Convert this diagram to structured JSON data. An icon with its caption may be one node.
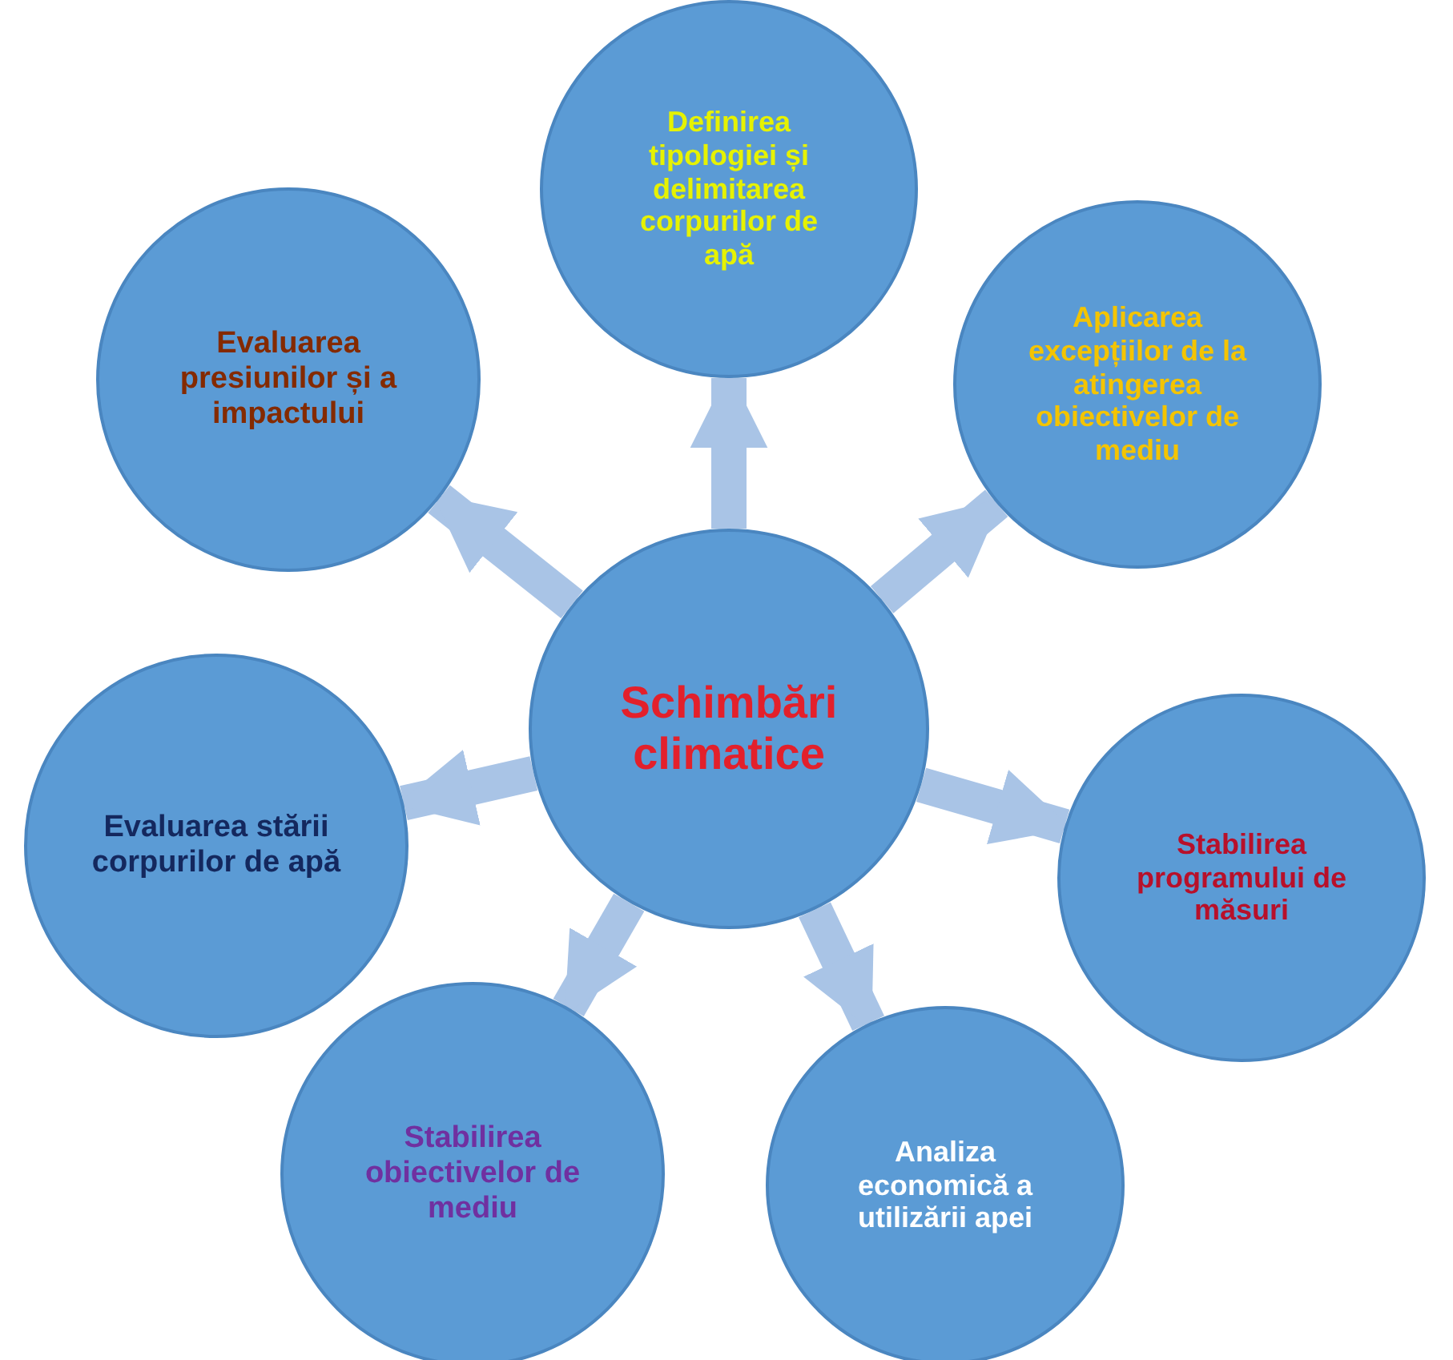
{
  "diagram": {
    "nodes": [
      {
        "text": [
          "Definirea tipologiei și delimitarea corpurilor de apă"
        ]
      },
      {
        "text": [
          "Evaluarea presiunilor și a impactului"
        ]
      },
      {
        "text": [
          "Aplicarea excepțiilor de la atingerea obiectivelor de mediu"
        ]
      },
      {
        "text": [
          "Schimbări climatice"
        ]
      },
      {
        "text": [
          "Evaluarea stării corpurilor de apă"
        ]
      },
      {
        "text": [
          "Stabilirea programului de măsuri"
        ]
      },
      {
        "text": [
          "Stabilirea obiectivelor de mediu"
        ]
      },
      {
        "text": [
          "Analiza economică a utilizării apei"
        ]
      }
    ],
    "edges": [
      {
        "from": 3,
        "to": 0,
        "arrow": "to"
      },
      {
        "from": 3,
        "to": 1,
        "arrow": "to"
      },
      {
        "from": 3,
        "to": 2,
        "arrow": "to"
      },
      {
        "from": 3,
        "to": 4,
        "arrow": "to"
      },
      {
        "from": 3,
        "to": 5,
        "arrow": "to"
      },
      {
        "from": 3,
        "to": 6,
        "arrow": "to"
      },
      {
        "from": 3,
        "to": 7,
        "arrow": "to"
      }
    ]
  }
}
